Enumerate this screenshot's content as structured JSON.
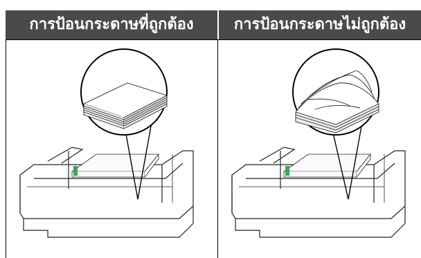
{
  "table": {
    "columns": [
      {
        "header": "การป้อนกระดาษที่ถูกต้อง",
        "illustration": "neat-paper-stack-in-tray"
      },
      {
        "header": "การป้อนกระดาษไม่ถูกต้อง",
        "illustration": "curled-paper-stack-in-tray"
      }
    ]
  },
  "colors": {
    "header_bg": "#4a4a4a",
    "header_text": "#ffffff",
    "line": "#000000"
  }
}
